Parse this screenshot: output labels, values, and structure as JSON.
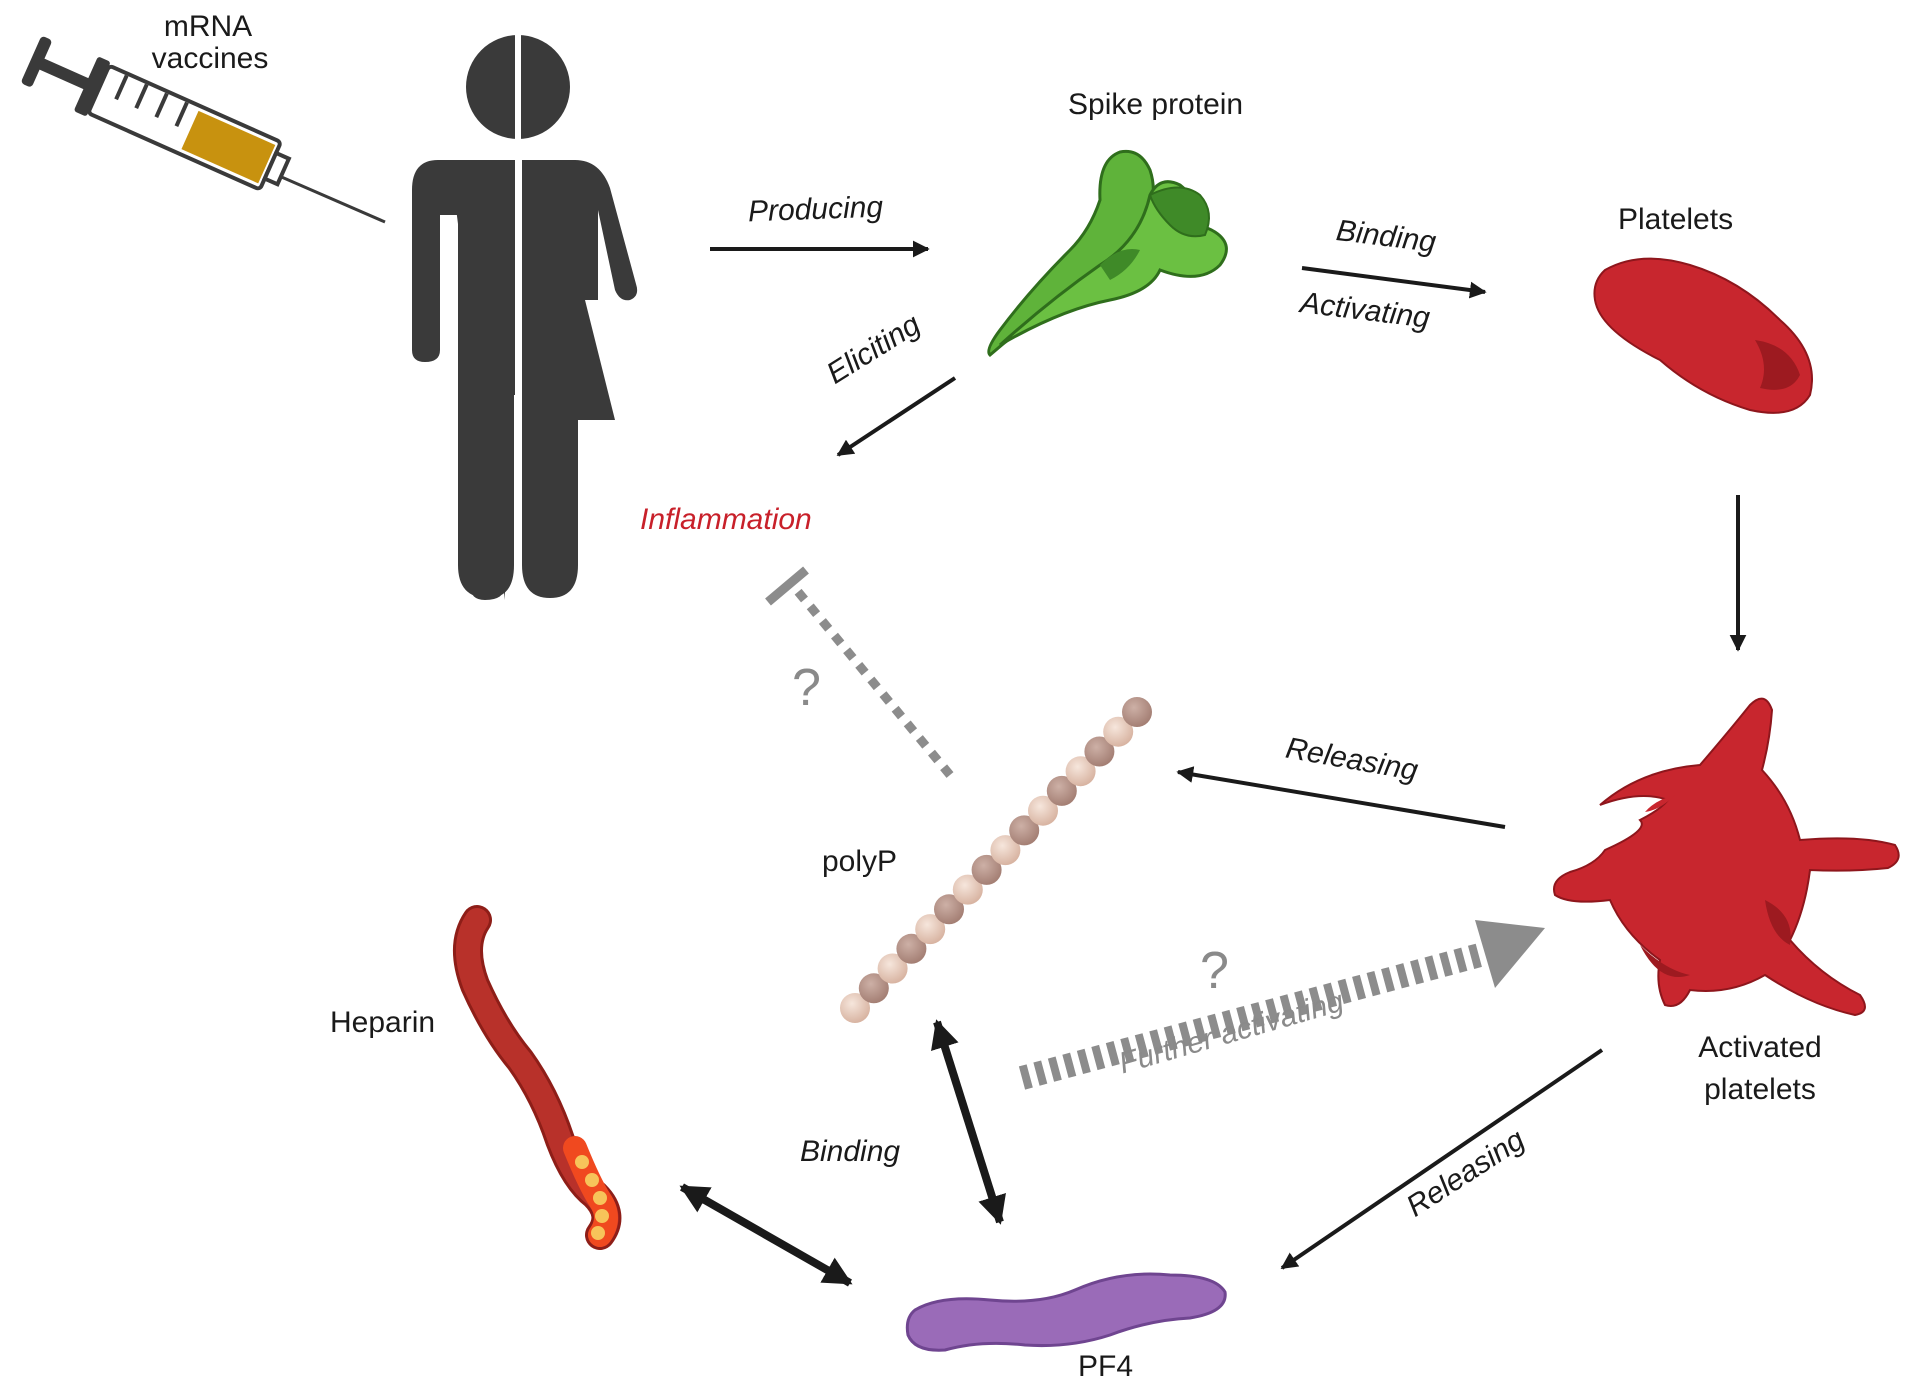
{
  "labels": {
    "mrna_line1": "mRNA",
    "mrna_line2": "vaccines",
    "spike_protein": "Spike protein",
    "platelets": "Platelets",
    "producing": "Producing",
    "binding_top": "Binding",
    "activating": "Activating",
    "eliciting": "Eliciting",
    "inflammation": "Inflammation",
    "question_top": "?",
    "polyp": "polyP",
    "releasing_top": "Releasing",
    "question_mid": "?",
    "further_activating": "Further activating",
    "activated_line1": "Activated",
    "activated_line2": "platelets",
    "heparin": "Heparin",
    "binding_bottom": "Binding",
    "releasing_bottom": "Releasing",
    "pf4": "PF4"
  },
  "colors": {
    "arrow": "#1a1a1a",
    "dashed": "#8c8c8c",
    "inflammation": "#c8202a",
    "person": "#3a3a3a",
    "spike": "#5fb33a",
    "spike_dark": "#3f8a28",
    "platelet": "#c8262e",
    "platelet_dark": "#9d1a20",
    "heparin": "#b8312a",
    "heparin_bead": "#f7a23a",
    "pf4": "#9a6bb8",
    "polyp_light": "#e6c9b8",
    "polyp_dark": "#b8958a",
    "syringe_liquid": "#c8920f"
  },
  "icons": [
    "syringe-icon",
    "person-icon",
    "spike-protein-icon",
    "platelet-icon",
    "activated-platelet-icon",
    "polyp-chain-icon",
    "heparin-icon",
    "pf4-icon"
  ]
}
